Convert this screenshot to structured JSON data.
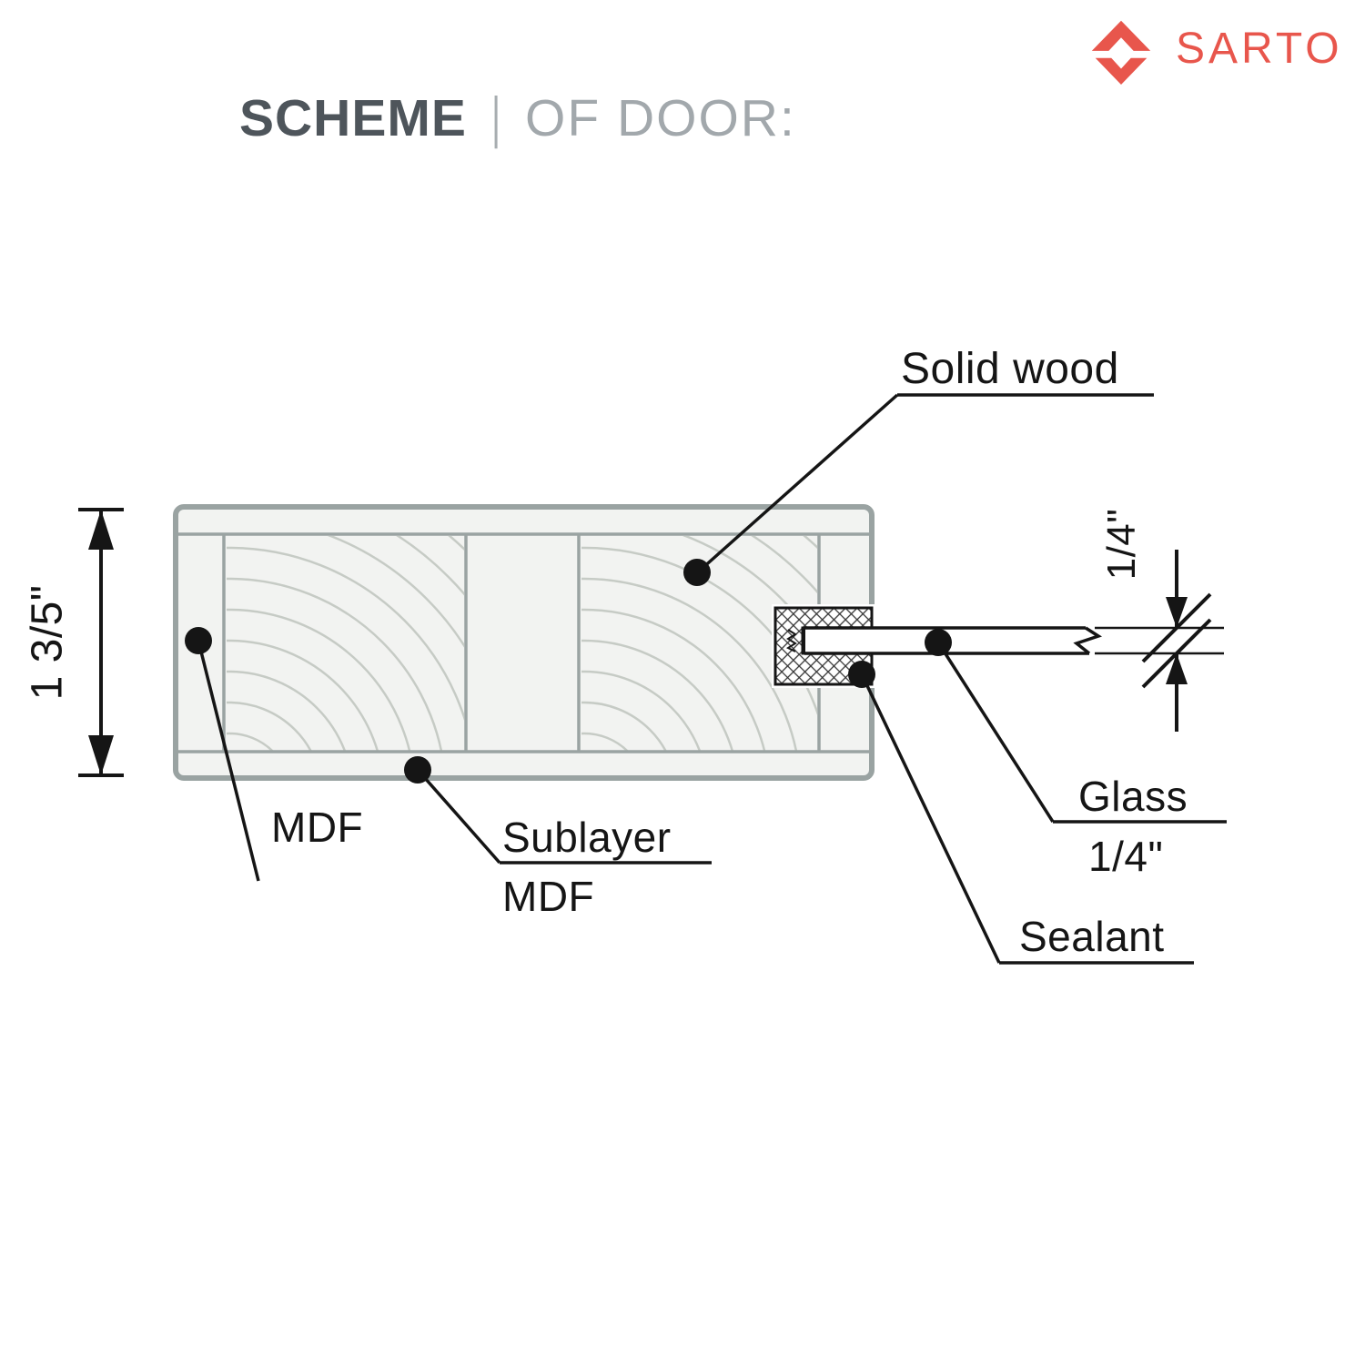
{
  "header": {
    "title": "SCHEME",
    "separator": "|",
    "subtitle": "OF DOOR:"
  },
  "brand": {
    "name": "SARTO",
    "color": "#e8564c"
  },
  "diagram": {
    "labels": {
      "solid_wood": "Solid wood",
      "mdf": "MDF",
      "sublayer_top": "Sublayer",
      "sublayer_bottom": "MDF",
      "glass_top": "Glass",
      "glass_bottom": "1/4\"",
      "sealant": "Sealant",
      "door_thickness": "1 3/5\"",
      "glass_thickness": "1/4\""
    },
    "colors": {
      "leader_line": "#151515",
      "door_outline": "#9aa3a2",
      "wood_grain": "#c6cbc5",
      "door_fill": "#f2f3f1"
    }
  }
}
